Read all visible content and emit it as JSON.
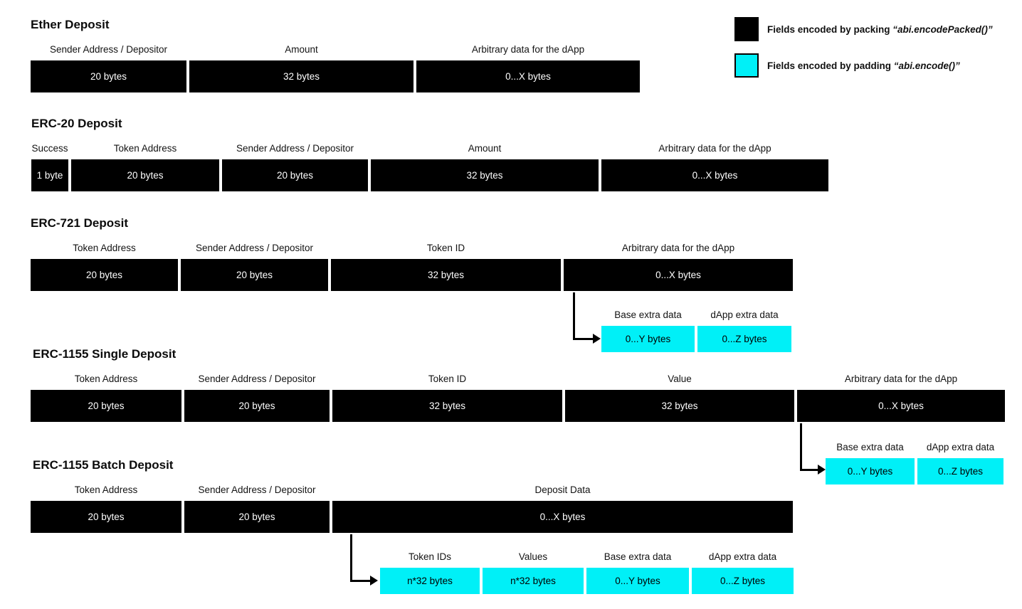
{
  "colors": {
    "packed": "#000000",
    "padded": "#00F0F7"
  },
  "legend": {
    "items": [
      {
        "name": "packed",
        "text": "Fields encoded by packing ",
        "code": "“abi.encodePacked()”"
      },
      {
        "name": "padded",
        "text": "Fields encoded by padding ",
        "code": "“abi.encode()”"
      }
    ]
  },
  "sections": [
    {
      "title": "Ether Deposit",
      "fields": [
        {
          "label": "Sender Address / Depositor",
          "value": "20 bytes"
        },
        {
          "label": "Amount",
          "value": "32 bytes"
        },
        {
          "label": "Arbitrary data for the dApp",
          "value": "0...X bytes"
        }
      ]
    },
    {
      "title": "ERC-20 Deposit",
      "fields": [
        {
          "label": "Success",
          "value": "1 byte"
        },
        {
          "label": "Token Address",
          "value": "20 bytes"
        },
        {
          "label": "Sender Address / Depositor",
          "value": "20 bytes"
        },
        {
          "label": "Amount",
          "value": "32 bytes"
        },
        {
          "label": "Arbitrary data for the dApp",
          "value": "0...X bytes"
        }
      ]
    },
    {
      "title": "ERC-721 Deposit",
      "fields": [
        {
          "label": "Token Address",
          "value": "20 bytes"
        },
        {
          "label": "Sender Address / Depositor",
          "value": "20 bytes"
        },
        {
          "label": "Token ID",
          "value": "32 bytes"
        },
        {
          "label": "Arbitrary data for the dApp",
          "value": "0...X bytes"
        }
      ],
      "subfields": [
        {
          "label": "Base extra data",
          "value": "0...Y bytes"
        },
        {
          "label": "dApp extra data",
          "value": "0...Z bytes"
        }
      ]
    },
    {
      "title": "ERC-1155 Single Deposit",
      "fields": [
        {
          "label": "Token Address",
          "value": "20 bytes"
        },
        {
          "label": "Sender Address / Depositor",
          "value": "20 bytes"
        },
        {
          "label": "Token ID",
          "value": "32 bytes"
        },
        {
          "label": "Value",
          "value": "32 bytes"
        },
        {
          "label": "Arbitrary data for the dApp",
          "value": "0...X bytes"
        }
      ],
      "subfields": [
        {
          "label": "Base extra data",
          "value": "0...Y bytes"
        },
        {
          "label": "dApp extra data",
          "value": "0...Z bytes"
        }
      ]
    },
    {
      "title": "ERC-1155 Batch Deposit",
      "fields": [
        {
          "label": "Token Address",
          "value": "20 bytes"
        },
        {
          "label": "Sender Address / Depositor",
          "value": "20 bytes"
        },
        {
          "label": "Deposit Data",
          "value": "0...X bytes"
        }
      ],
      "subfields": [
        {
          "label": "Token IDs",
          "value": "n*32 bytes"
        },
        {
          "label": "Values",
          "value": "n*32 bytes"
        },
        {
          "label": "Base extra data",
          "value": "0...Y bytes"
        },
        {
          "label": "dApp extra data",
          "value": "0...Z bytes"
        }
      ]
    }
  ]
}
